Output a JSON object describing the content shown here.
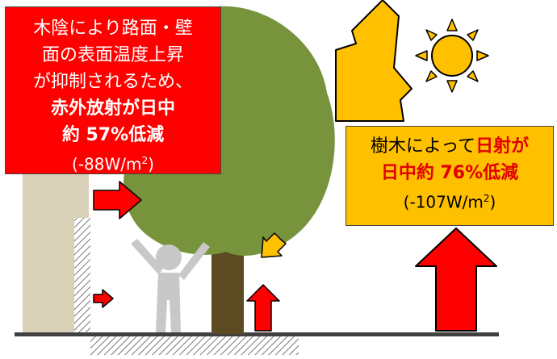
{
  "left_callout": {
    "line1": "木陰により路面・壁",
    "line2": "面の表面温度上昇",
    "line3": "が抑制されるため、",
    "line4": "赤外放射が日中",
    "line5": "約 57%低減",
    "line6_prefix": "(-88W/m",
    "line6_sup": "2",
    "line6_suffix": ")"
  },
  "right_callout": {
    "line1_normal": "樹木によって",
    "line1_highlight": "日射が",
    "line2": "日中約 76%低減",
    "line3_prefix": "(-107W/m",
    "line3_sup": "2",
    "line3_suffix": ")"
  },
  "colors": {
    "red": "#ff0000",
    "orange": "#ffc000",
    "tree_canopy": "#77933c",
    "trunk": "#5c4b22",
    "wall": "#d8d1b8",
    "person": "#c8c8c8",
    "ground": "#404040"
  }
}
